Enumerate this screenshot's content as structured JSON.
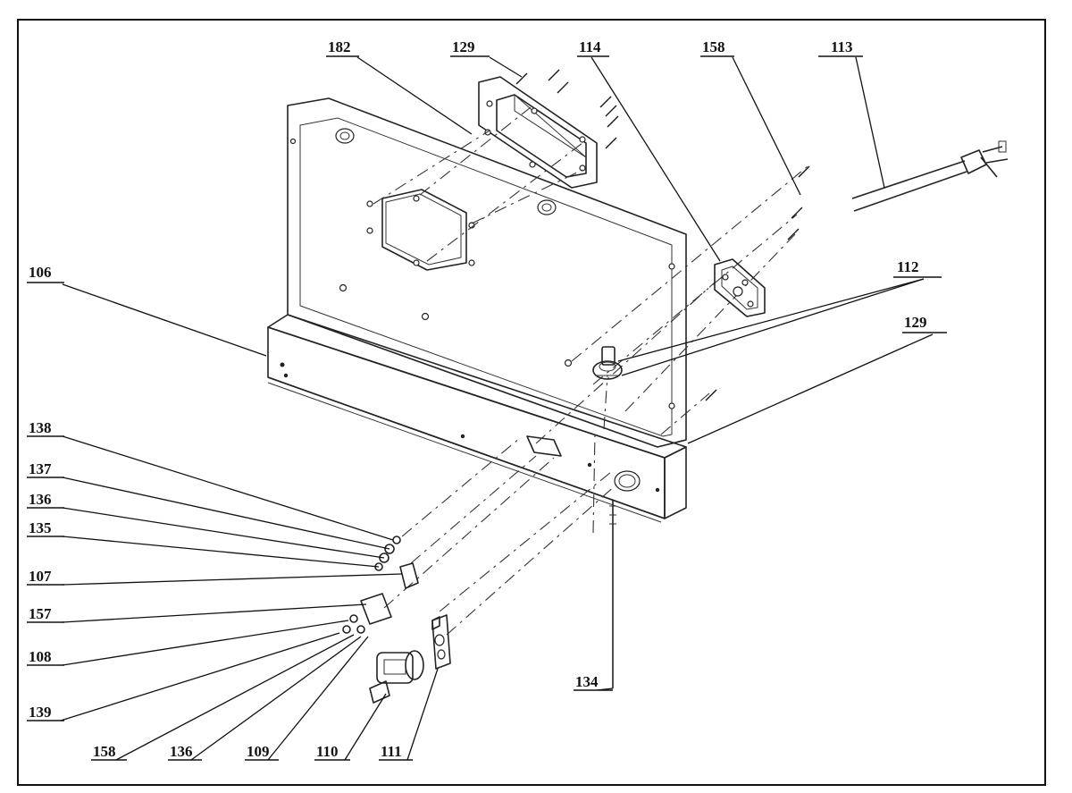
{
  "labels": {
    "l182": "182",
    "l129a": "129",
    "l114": "114",
    "l158a": "158",
    "l113": "113",
    "l106": "106",
    "l112": "112",
    "l129b": "129",
    "l138": "138",
    "l137": "137",
    "l136a": "136",
    "l135": "135",
    "l107": "107",
    "l157": "157",
    "l108": "108",
    "l139": "139",
    "l158b": "158",
    "l136b": "136",
    "l109": "109",
    "l110": "110",
    "l111": "111",
    "l134": "134"
  }
}
